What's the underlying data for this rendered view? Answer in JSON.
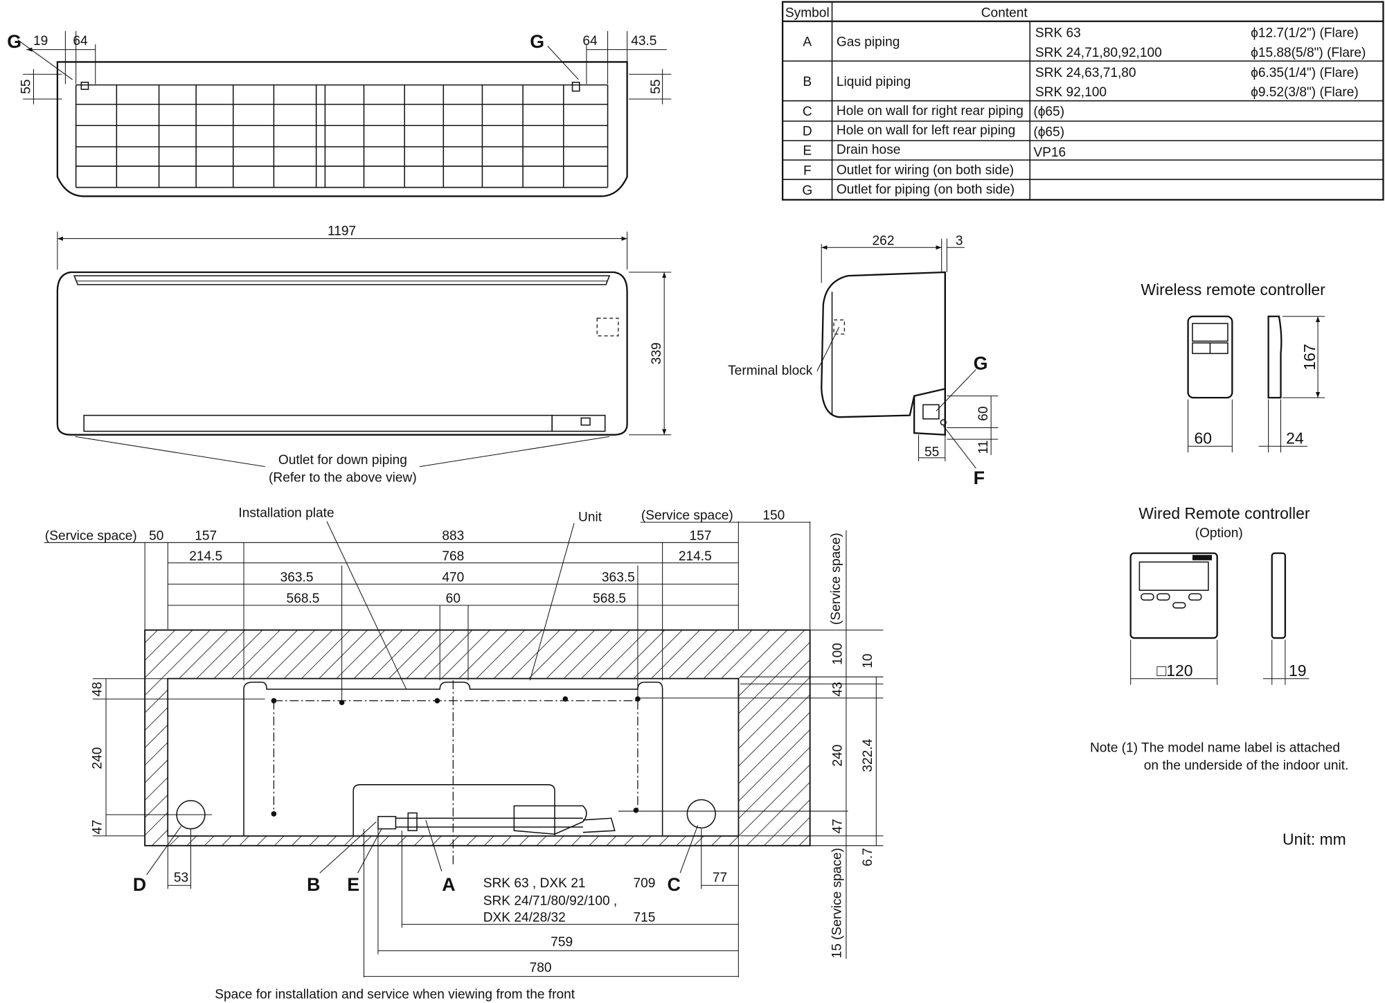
{
  "table": {
    "header_symbol": "Symbol",
    "header_content": "Content",
    "rows": [
      {
        "symbol": "A",
        "content": "Gas piping",
        "spec": [
          "SRK 63",
          "SRK 24,71,80,92,100"
        ],
        "size": [
          "ϕ12.7(1/2\") (Flare)",
          "ϕ15.88(5/8\") (Flare)"
        ]
      },
      {
        "symbol": "B",
        "content": "Liquid piping",
        "spec": [
          "SRK 24,63,71,80",
          "SRK 92,100"
        ],
        "size": [
          "ϕ6.35(1/4\") (Flare)",
          "ϕ9.52(3/8\") (Flare)"
        ]
      },
      {
        "symbol": "C",
        "content": "Hole on wall for right rear piping",
        "spec": [
          "(ϕ65)"
        ]
      },
      {
        "symbol": "D",
        "content": "Hole on wall for left rear piping",
        "spec": [
          "(ϕ65)"
        ]
      },
      {
        "symbol": "E",
        "content": "Drain hose",
        "spec": [
          "VP16"
        ]
      },
      {
        "symbol": "F",
        "content": "Outlet for wiring (on both side)"
      },
      {
        "symbol": "G",
        "content": "Outlet for piping (on both side)"
      }
    ]
  },
  "top_view": {
    "g_left": "G",
    "g_right": "G",
    "d19": "19",
    "d64_left": "64",
    "d55_left": "55",
    "d64_right": "64",
    "d43_5": "43.5",
    "d55_right": "55"
  },
  "front_view": {
    "width": "1197",
    "height": "339",
    "outlet_line1": "Outlet for down piping",
    "outlet_line2": "(Refer to the above view)"
  },
  "side_view": {
    "depth": "262",
    "d3": "3",
    "terminal_block": "Terminal block",
    "g": "G",
    "f": "F",
    "d60": "60",
    "d11": "11",
    "d55": "55"
  },
  "wireless": {
    "title": "Wireless remote controller",
    "height": "167",
    "width": "60",
    "depth": "24"
  },
  "wired": {
    "title": "Wired Remote controller",
    "option": "(Option)",
    "size": "□120",
    "depth": "19"
  },
  "note": {
    "line1": "Note (1) The model name label is attached",
    "line2": "on the underside of the indoor unit."
  },
  "unit_label": "Unit: mm",
  "plan": {
    "installation_plate": "Installation plate",
    "unit": "Unit",
    "service_left": "(Service space)",
    "service_right": "(Service space)",
    "service_right_vertical": "(Service space)",
    "service_bottom_vertical": "15 (Service space)",
    "row1": [
      "50",
      "157",
      "883",
      "157",
      "150"
    ],
    "row2": [
      "214.5",
      "768",
      "214.5"
    ],
    "row3": [
      "363.5",
      "470",
      "363.5"
    ],
    "row4": [
      "568.5",
      "60",
      "568.5"
    ],
    "left_dims": [
      "48",
      "240",
      "47"
    ],
    "right_dims": [
      "100",
      "10",
      "43",
      "240",
      "322.4",
      "47",
      "6.7"
    ],
    "labels": {
      "d": "D",
      "b": "B",
      "e": "E",
      "a": "A",
      "c": "C"
    },
    "d53": "53",
    "d77": "77",
    "models": [
      {
        "line": "SRK 63 , DXK 21",
        "value": "709"
      },
      {
        "line": "SRK 24/71/80/92/100 ,",
        "value": ""
      },
      {
        "line": "DXK 24/28/32",
        "value": "715"
      }
    ],
    "d759": "759",
    "d780": "780",
    "caption": "Space for installation and service when viewing from the front"
  }
}
